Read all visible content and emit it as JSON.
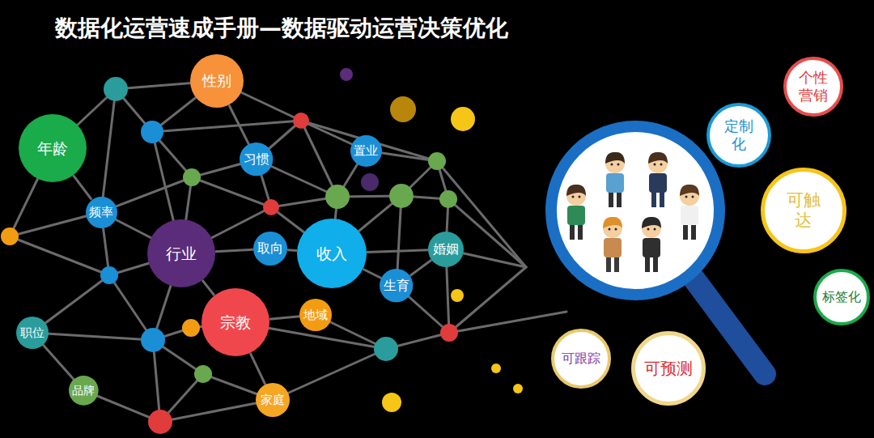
{
  "diagram": {
    "title": "数据化运营速成手册—数据驱动运营决策优化",
    "nodes": [
      {
        "text": [
          "性别"
        ]
      },
      {
        "text": [
          "个性 营销"
        ]
      },
      {
        "text": [
          "定制 化"
        ]
      },
      {
        "text": [
          "年龄"
        ]
      },
      {
        "text": [
          "习惯"
        ]
      },
      {
        "text": [
          "置业"
        ]
      },
      {
        "text": [
          "可触 达"
        ]
      },
      {
        "text": [
          "频率"
        ]
      },
      {
        "text": [
          "行业"
        ]
      },
      {
        "text": [
          "取向"
        ]
      },
      {
        "text": [
          "收入"
        ]
      },
      {
        "text": [
          "婚姻"
        ]
      },
      {
        "text": [
          "生育"
        ]
      },
      {
        "text": [
          "标签化"
        ]
      },
      {
        "text": [
          "宗教"
        ]
      },
      {
        "text": [
          "地域"
        ]
      },
      {
        "text": [
          "职位"
        ]
      },
      {
        "text": [
          "可跟踪"
        ]
      },
      {
        "text": [
          "可预测"
        ]
      },
      {
        "text": [
          "品牌"
        ]
      },
      {
        "text": [
          "家庭"
        ]
      }
    ],
    "edges": [
      {
        "from": 0,
        "to": 4,
        "arrow": "none"
      },
      {
        "from": 3,
        "to": 7,
        "arrow": "none"
      },
      {
        "from": 8,
        "to": 9,
        "arrow": "none"
      },
      {
        "from": 9,
        "to": 10,
        "arrow": "none"
      },
      {
        "from": 10,
        "to": 11,
        "arrow": "none"
      },
      {
        "from": 10,
        "to": 12,
        "arrow": "none"
      },
      {
        "from": 12,
        "to": 11,
        "arrow": "none"
      },
      {
        "from": 8,
        "to": 14,
        "arrow": "none"
      },
      {
        "from": 14,
        "to": 15,
        "arrow": "none"
      },
      {
        "from": 14,
        "to": 20,
        "arrow": "none"
      }
    ]
  }
}
